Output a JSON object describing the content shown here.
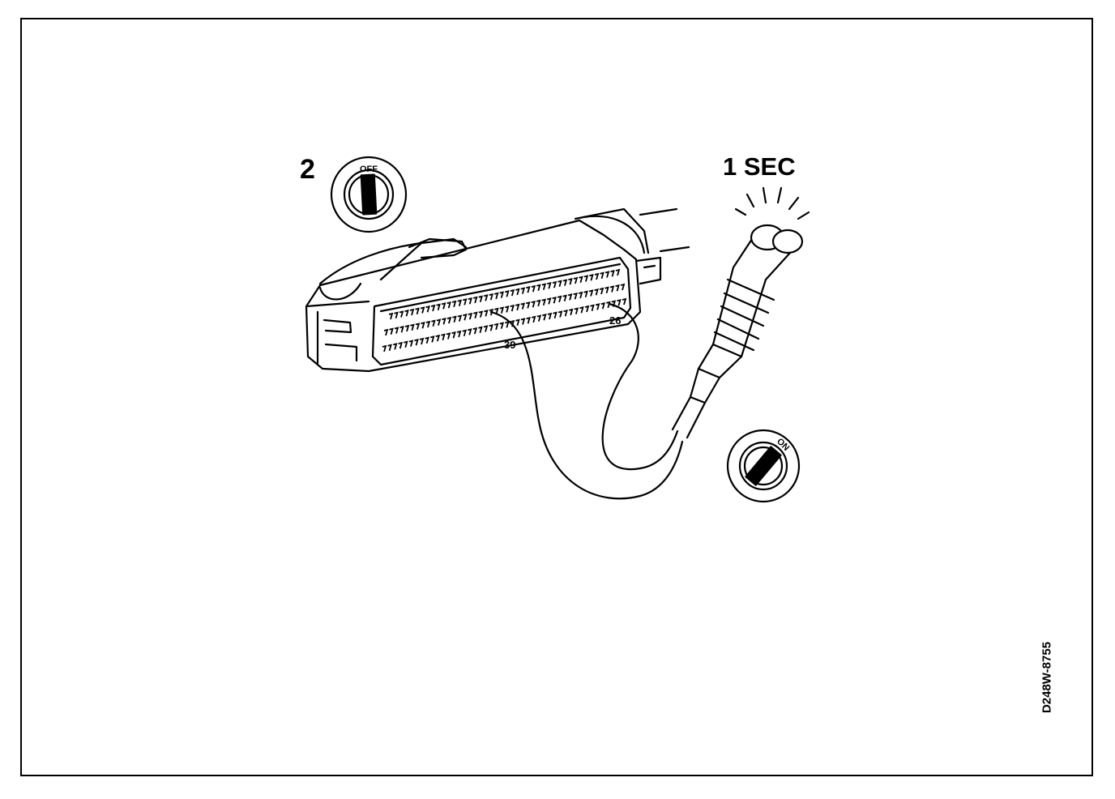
{
  "labels": {
    "step_number": "2",
    "duration": "1 SEC",
    "figure_id": "D248W-8755",
    "pin_39": "39",
    "pin_26": "26",
    "key_off": "OFF",
    "key_on": "ON"
  },
  "icons": {
    "ignition_off": "ignition-key-off-icon",
    "ignition_on": "ignition-key-on-icon",
    "test_lamp": "test-lamp-icon",
    "connector": "ecu-multipin-connector"
  }
}
